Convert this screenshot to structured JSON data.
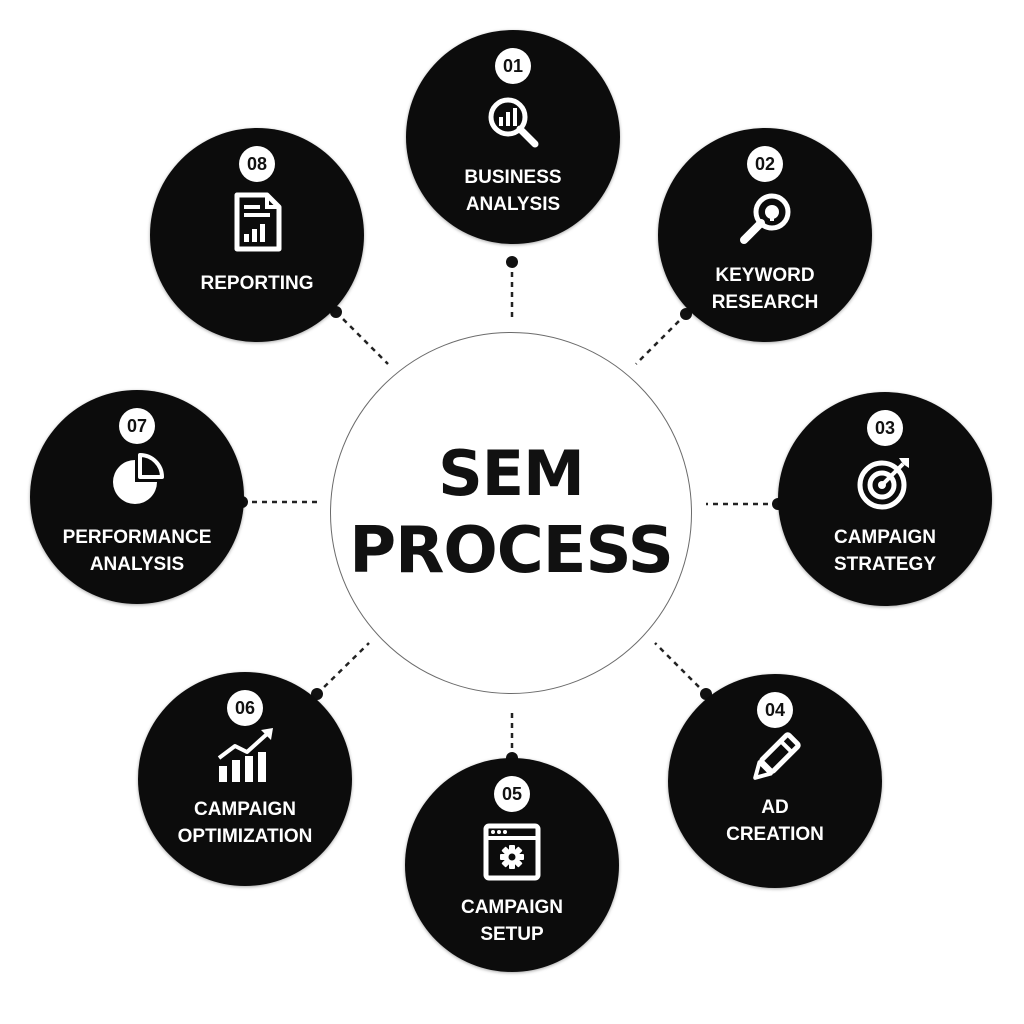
{
  "center": {
    "line1": "SEM",
    "line2": "PROCESS"
  },
  "steps": [
    {
      "number": "01",
      "line1": "BUSINESS",
      "line2": "ANALYSIS",
      "icon": "magnifier-chart-icon"
    },
    {
      "number": "02",
      "line1": "KEYWORD",
      "line2": "RESEARCH",
      "icon": "keyword-search-icon"
    },
    {
      "number": "03",
      "line1": "CAMPAIGN",
      "line2": "STRATEGY",
      "icon": "target-icon"
    },
    {
      "number": "04",
      "line1": "AD",
      "line2": "CREATION",
      "icon": "pencil-icon"
    },
    {
      "number": "05",
      "line1": "CAMPAIGN",
      "line2": "SETUP",
      "icon": "browser-gear-icon"
    },
    {
      "number": "06",
      "line1": "CAMPAIGN",
      "line2": "OPTIMIZATION",
      "icon": "growth-chart-icon"
    },
    {
      "number": "07",
      "line1": "PERFORMANCE",
      "line2": "ANALYSIS",
      "icon": "pie-chart-icon"
    },
    {
      "number": "08",
      "line1": "REPORTING",
      "line2": "",
      "icon": "report-document-icon"
    }
  ],
  "colors": {
    "node": "#0c0c0c",
    "text_on_node": "#ffffff",
    "center_text": "#111111",
    "connector": "#222222"
  }
}
